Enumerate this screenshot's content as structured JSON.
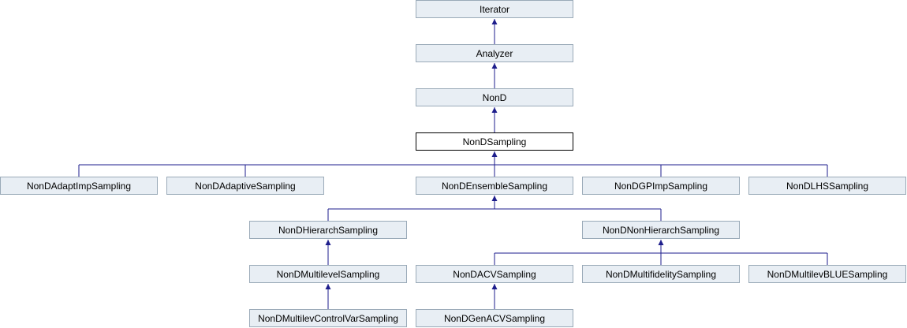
{
  "diagram": {
    "colors": {
      "edge": "#1e1e8c",
      "node_fill": "#e8eef4",
      "node_border": "#9aaab8",
      "current_border": "#000000"
    },
    "nodes": [
      {
        "id": "iterator",
        "label": "Iterator"
      },
      {
        "id": "analyzer",
        "label": "Analyzer"
      },
      {
        "id": "nond",
        "label": "NonD"
      },
      {
        "id": "nondsampling",
        "label": "NonDSampling",
        "current": true
      },
      {
        "id": "nondadaptimpsampling",
        "label": "NonDAdaptImpSampling"
      },
      {
        "id": "nondadaptivesampling",
        "label": "NonDAdaptiveSampling"
      },
      {
        "id": "nondensemblesampling",
        "label": "NonDEnsembleSampling"
      },
      {
        "id": "nondgpimpsampling",
        "label": "NonDGPImpSampling"
      },
      {
        "id": "nondlhssampling",
        "label": "NonDLHSSampling"
      },
      {
        "id": "nondhierarchsampling",
        "label": "NonDHierarchSampling"
      },
      {
        "id": "nondnonhierarchsampling",
        "label": "NonDNonHierarchSampling"
      },
      {
        "id": "nondmultilevelsampling",
        "label": "NonDMultilevelSampling"
      },
      {
        "id": "nondacvsampling",
        "label": "NonDACVSampling"
      },
      {
        "id": "nondmultifidelitysampling",
        "label": "NonDMultifidelitySampling"
      },
      {
        "id": "nondmultilevblueSampling",
        "label": "NonDMultilevBLUESampling"
      },
      {
        "id": "nondmultilevcontrolvarsampling",
        "label": "NonDMultilevControlVarSampling"
      },
      {
        "id": "nondgenacvsampling",
        "label": "NonDGenACVSampling"
      }
    ],
    "edges": [
      {
        "from": "analyzer",
        "to": "iterator"
      },
      {
        "from": "nond",
        "to": "analyzer"
      },
      {
        "from": "nondsampling",
        "to": "nond"
      },
      {
        "from": "nondadaptimpsampling",
        "to": "nondsampling"
      },
      {
        "from": "nondadaptivesampling",
        "to": "nondsampling"
      },
      {
        "from": "nondensemblesampling",
        "to": "nondsampling"
      },
      {
        "from": "nondgpimpsampling",
        "to": "nondsampling"
      },
      {
        "from": "nondlhssampling",
        "to": "nondsampling"
      },
      {
        "from": "nondhierarchsampling",
        "to": "nondensemblesampling"
      },
      {
        "from": "nondnonhierarchsampling",
        "to": "nondensemblesampling"
      },
      {
        "from": "nondmultilevelsampling",
        "to": "nondhierarchsampling"
      },
      {
        "from": "nondacvsampling",
        "to": "nondnonhierarchsampling"
      },
      {
        "from": "nondmultifidelitysampling",
        "to": "nondnonhierarchsampling"
      },
      {
        "from": "nondmultilevblueSampling",
        "to": "nondnonhierarchsampling"
      },
      {
        "from": "nondmultilevcontrolvarsampling",
        "to": "nondmultilevelsampling"
      },
      {
        "from": "nondgenacvsampling",
        "to": "nondacvsampling"
      }
    ]
  }
}
